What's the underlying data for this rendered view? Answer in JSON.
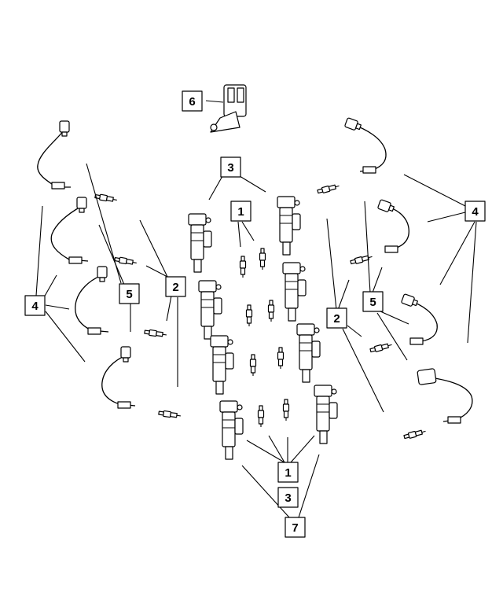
{
  "callouts": [
    {
      "id": "c6",
      "label": "6"
    },
    {
      "id": "c3a",
      "label": "3"
    },
    {
      "id": "c1a",
      "label": "1"
    },
    {
      "id": "c2a",
      "label": "2"
    },
    {
      "id": "c4a",
      "label": "4"
    },
    {
      "id": "c5a",
      "label": "5"
    },
    {
      "id": "c4b",
      "label": "4"
    },
    {
      "id": "c5b",
      "label": "5"
    },
    {
      "id": "c2b",
      "label": "2"
    },
    {
      "id": "c1b",
      "label": "1"
    },
    {
      "id": "c3b",
      "label": "3"
    },
    {
      "id": "c7",
      "label": "7"
    }
  ]
}
